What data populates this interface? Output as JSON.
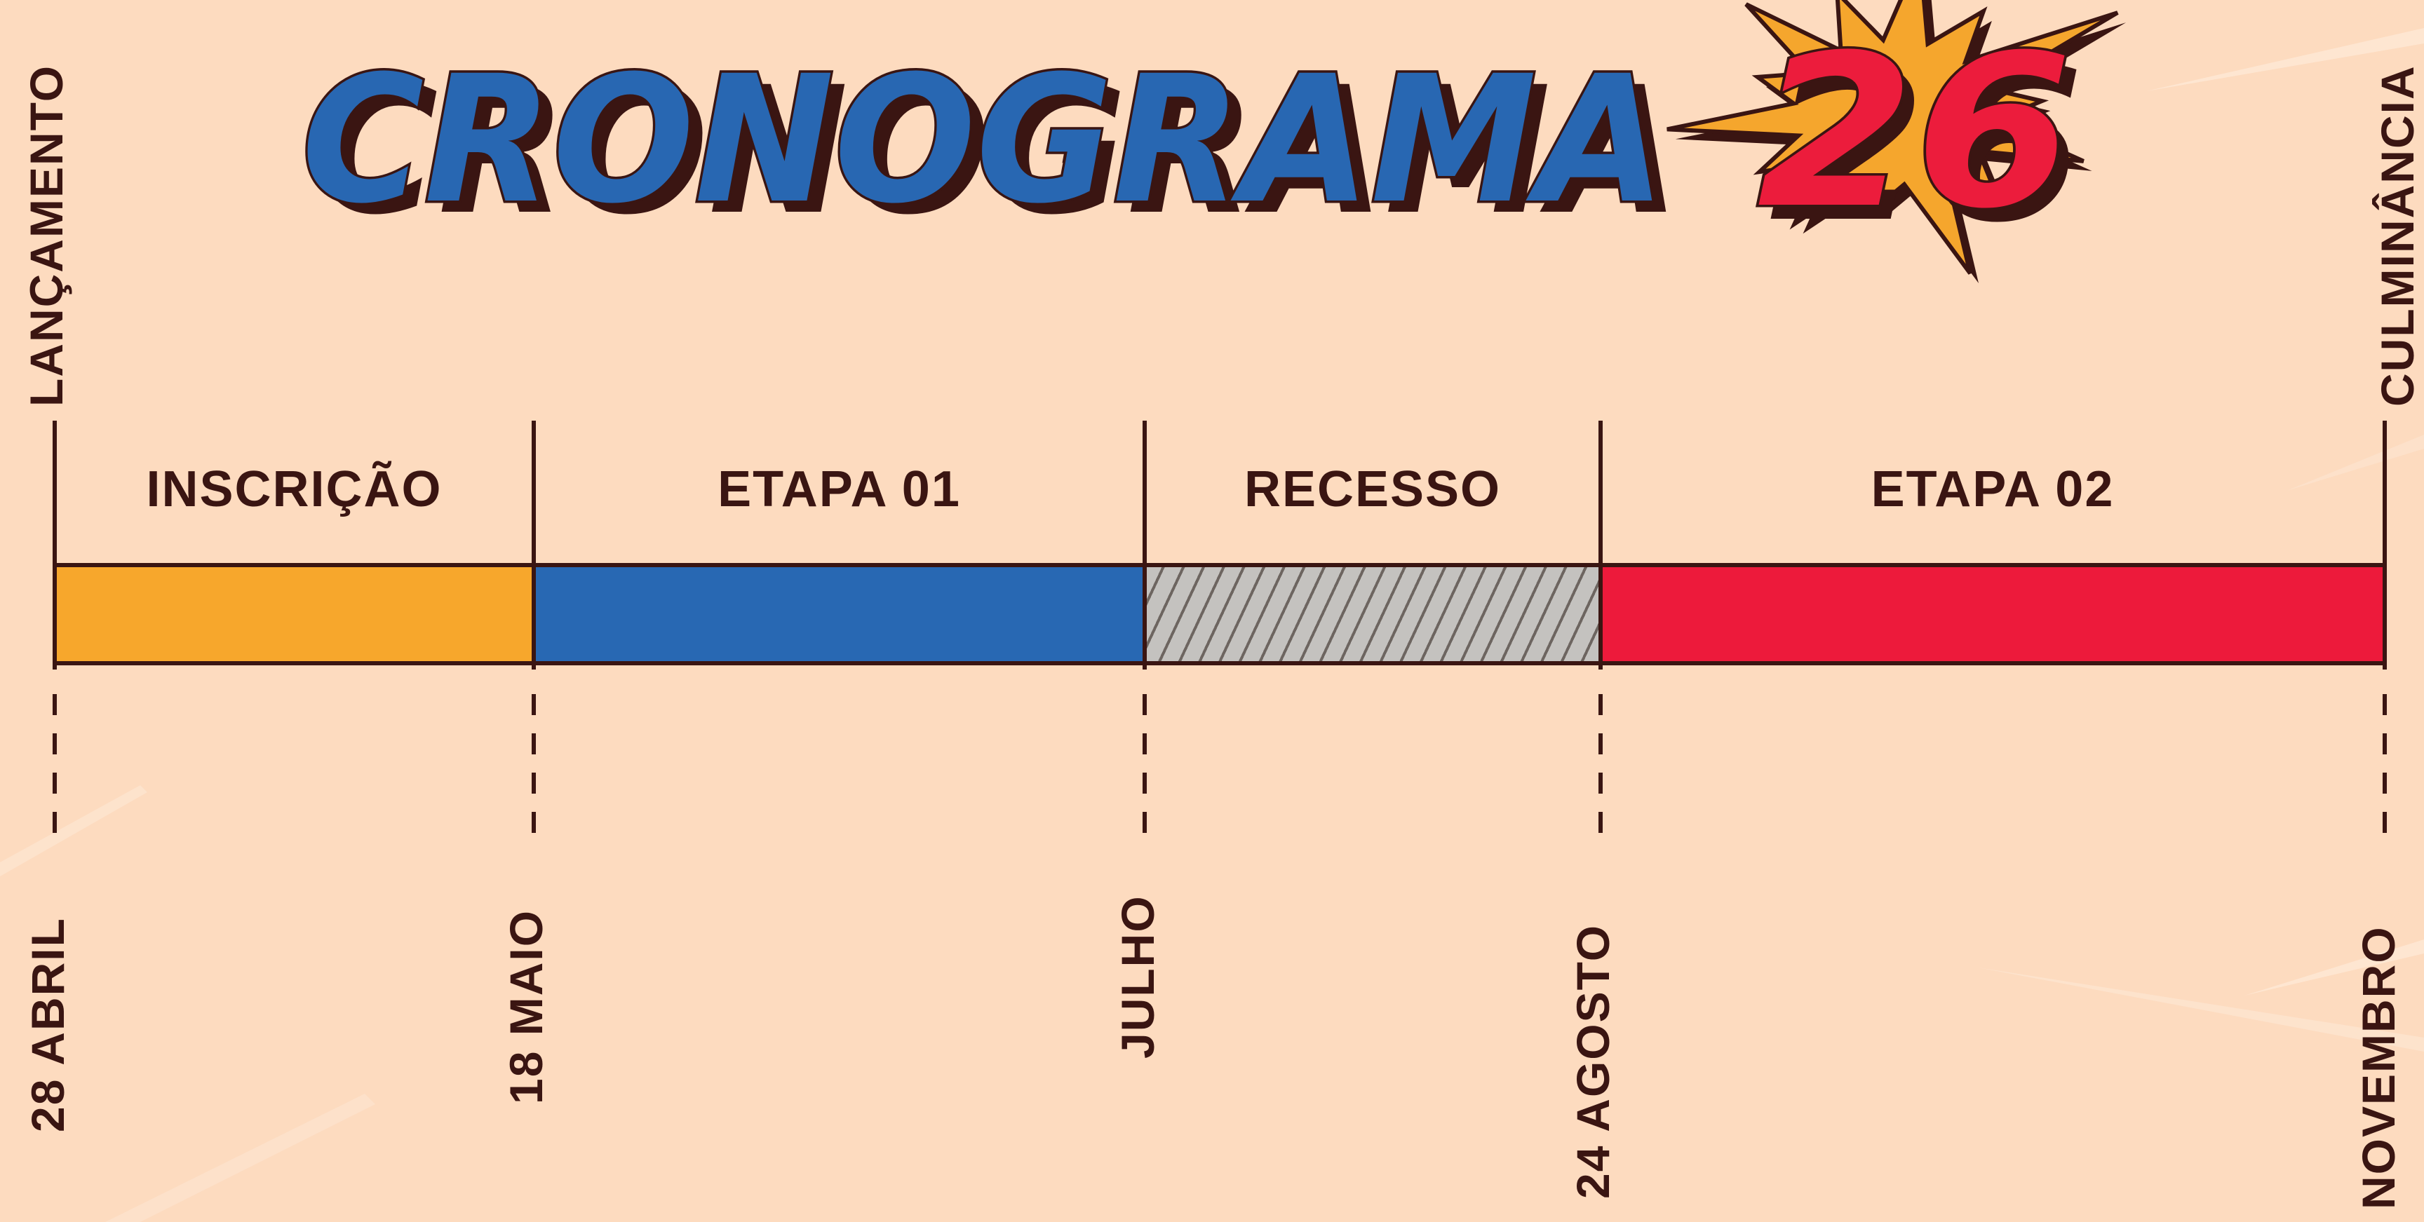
{
  "title": {
    "word": "CRONOGRAMA",
    "number": "26"
  },
  "colors": {
    "background": "#fddbbf",
    "ink": "#3a1512",
    "title_blue": "#2867b2",
    "number_red": "#ec1c3c",
    "burst_orange": "#f5a62d",
    "inscricao": "#f7a72c",
    "etapa01": "#2868b3",
    "recesso": "#c4c2bf",
    "etapa02": "#ed1a3b"
  },
  "edges": {
    "start": "LANÇAMENTO",
    "end": "CULMINÂNCIA"
  },
  "phases": [
    {
      "label": "INSCRIÇÃO",
      "color": "#f7a72c",
      "pattern": "solid"
    },
    {
      "label": "ETAPA 01",
      "color": "#2868b3",
      "pattern": "solid"
    },
    {
      "label": "RECESSO",
      "color": "#c4c2bf",
      "pattern": "hatched"
    },
    {
      "label": "ETAPA 02",
      "color": "#ed1a3b",
      "pattern": "solid"
    }
  ],
  "dates": [
    "28 ABRIL",
    "18 MAIO",
    "JULHO",
    "24 AGOSTO",
    "NOVEMBRO"
  ],
  "icons": {
    "burst": "comic-starburst-icon"
  }
}
